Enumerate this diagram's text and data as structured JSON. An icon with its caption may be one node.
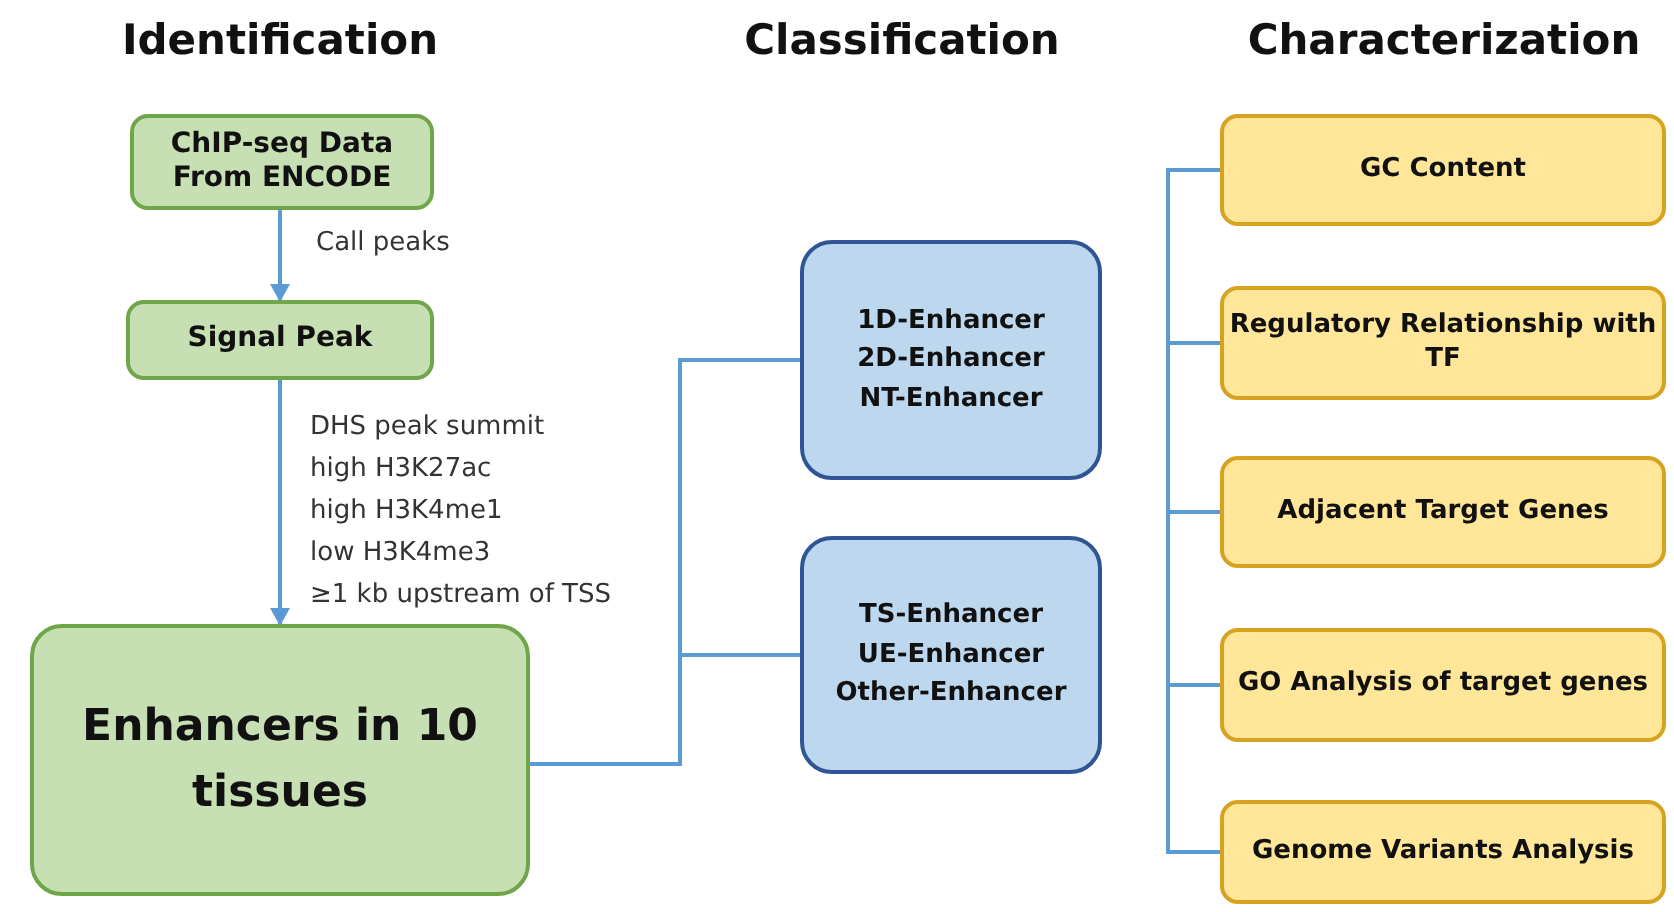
{
  "diagram": {
    "nodes": [
      {
        "text": [
          "ChIP-seq Data From ENCODE"
        ]
      },
      {
        "text": [
          "Signal Peak"
        ]
      },
      {
        "text": [
          "Enhancers in 10 tissues"
        ]
      },
      {
        "text": [
          "1D-Enhancer",
          "2D-Enhancer",
          "NT-Enhancer"
        ]
      },
      {
        "text": [
          "TS-Enhancer",
          "UE-Enhancer",
          "Other-Enhancer"
        ]
      },
      {
        "text": [
          "GC Content"
        ]
      },
      {
        "text": [
          "Regulatory Relationship with TF"
        ]
      },
      {
        "text": [
          "Adjacent Target Genes"
        ]
      },
      {
        "text": [
          "GO Analysis of target genes"
        ]
      },
      {
        "text": [
          "Genome Variants Analysis"
        ]
      }
    ],
    "edges": [
      {
        "from": 0,
        "to": 1,
        "arrow": "to",
        "label": "Call peaks"
      },
      {
        "from": 1,
        "to": 2,
        "arrow": "to"
      },
      {
        "from": 2,
        "to": 3,
        "arrow": "none"
      },
      {
        "from": 2,
        "to": 4,
        "arrow": "none"
      },
      {
        "from": 5,
        "to": 6,
        "arrow": "none"
      },
      {
        "from": 6,
        "to": 7,
        "arrow": "none"
      },
      {
        "from": 7,
        "to": 8,
        "arrow": "none"
      },
      {
        "from": 8,
        "to": 9,
        "arrow": "none"
      }
    ],
    "labels": [
      "Identification",
      "Classification",
      "Characterization",
      "DHS peak summit",
      "high H3K27ac",
      "high H3K4me1",
      "low H3K4me3",
      "≥1 kb upstream of TSS"
    ]
  }
}
